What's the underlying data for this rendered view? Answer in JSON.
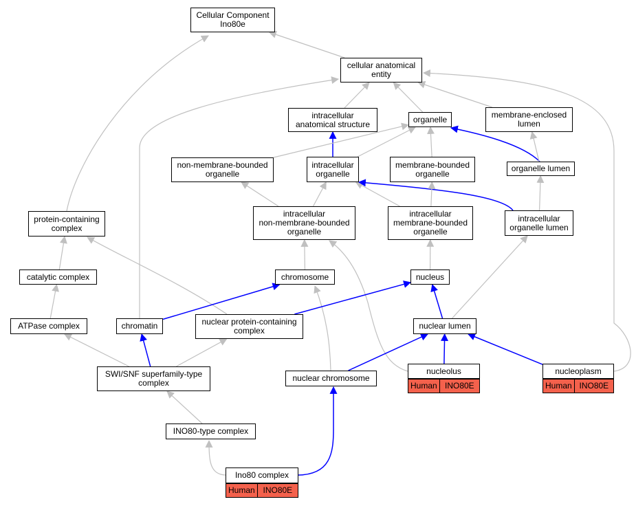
{
  "nodes": {
    "cc_ino80e": "Cellular Component\nIno80e",
    "cae": "cellular anatomical\nentity",
    "ias": "intracellular\nanatomical structure",
    "organelle": "organelle",
    "mel": "membrane-enclosed\nlumen",
    "nmbo": "non-membrane-bounded\norganelle",
    "io": "intracellular\norganelle",
    "mbo": "membrane-bounded\norganelle",
    "ol": "organelle lumen",
    "pcc": "protein-containing\ncomplex",
    "inmbo": "intracellular\nnon-membrane-bounded\norganelle",
    "imbo": "intracellular\nmembrane-bounded\norganelle",
    "iol": "intracellular\norganelle lumen",
    "cat": "catalytic complex",
    "chromosome": "chromosome",
    "nucleus": "nucleus",
    "atpase": "ATPase complex",
    "chromatin": "chromatin",
    "npcc": "nuclear protein-containing\ncomplex",
    "nlumen": "nuclear lumen",
    "swisnf": "SWI/SNF superfamily-type\ncomplex",
    "nchrom": "nuclear chromosome",
    "nucleolus": "nucleolus",
    "nucleoplasm": "nucleoplasm",
    "ino80type": "INO80-type complex",
    "ino80": "Ino80 complex"
  },
  "annotations": {
    "nucleolus": [
      "Human",
      "INO80E"
    ],
    "nucleoplasm": [
      "Human",
      "INO80E"
    ],
    "ino80": [
      "Human",
      "INO80E"
    ]
  },
  "colors": {
    "is_a_edge": "#c0c0c0",
    "part_of_edge": "#0000ff",
    "annotation_fill": "#f4614c"
  },
  "edges": [
    {
      "from": "cae",
      "to": "cc_ino80e",
      "type": "is_a"
    },
    {
      "from": "pcc",
      "to": "cc_ino80e",
      "type": "is_a"
    },
    {
      "from": "ias",
      "to": "cae",
      "type": "is_a"
    },
    {
      "from": "organelle",
      "to": "cae",
      "type": "is_a"
    },
    {
      "from": "mel",
      "to": "cae",
      "type": "is_a"
    },
    {
      "from": "chromatin",
      "to": "cae",
      "type": "is_a"
    },
    {
      "from": "nucleoplasm",
      "to": "cae",
      "type": "is_a"
    },
    {
      "from": "io",
      "to": "ias",
      "type": "part_of"
    },
    {
      "from": "nmbo",
      "to": "organelle",
      "type": "is_a"
    },
    {
      "from": "io",
      "to": "organelle",
      "type": "is_a"
    },
    {
      "from": "mbo",
      "to": "organelle",
      "type": "is_a"
    },
    {
      "from": "ol",
      "to": "organelle",
      "type": "part_of"
    },
    {
      "from": "ol",
      "to": "mel",
      "type": "is_a"
    },
    {
      "from": "inmbo",
      "to": "nmbo",
      "type": "is_a"
    },
    {
      "from": "inmbo",
      "to": "io",
      "type": "is_a"
    },
    {
      "from": "imbo",
      "to": "io",
      "type": "is_a"
    },
    {
      "from": "iol",
      "to": "io",
      "type": "part_of"
    },
    {
      "from": "imbo",
      "to": "mbo",
      "type": "is_a"
    },
    {
      "from": "iol",
      "to": "ol",
      "type": "is_a"
    },
    {
      "from": "cat",
      "to": "pcc",
      "type": "is_a"
    },
    {
      "from": "npcc",
      "to": "pcc",
      "type": "is_a"
    },
    {
      "from": "chromosome",
      "to": "inmbo",
      "type": "is_a"
    },
    {
      "from": "nucleolus",
      "to": "inmbo",
      "type": "is_a"
    },
    {
      "from": "nucleus",
      "to": "imbo",
      "type": "is_a"
    },
    {
      "from": "nlumen",
      "to": "iol",
      "type": "is_a"
    },
    {
      "from": "atpase",
      "to": "cat",
      "type": "is_a"
    },
    {
      "from": "chromatin",
      "to": "chromosome",
      "type": "part_of"
    },
    {
      "from": "nchrom",
      "to": "chromosome",
      "type": "is_a"
    },
    {
      "from": "npcc",
      "to": "nucleus",
      "type": "part_of"
    },
    {
      "from": "nlumen",
      "to": "nucleus",
      "type": "part_of"
    },
    {
      "from": "swisnf",
      "to": "atpase",
      "type": "is_a"
    },
    {
      "from": "swisnf",
      "to": "chromatin",
      "type": "part_of"
    },
    {
      "from": "swisnf",
      "to": "npcc",
      "type": "is_a"
    },
    {
      "from": "nchrom",
      "to": "nlumen",
      "type": "part_of"
    },
    {
      "from": "nucleolus",
      "to": "nlumen",
      "type": "part_of"
    },
    {
      "from": "nucleoplasm",
      "to": "nlumen",
      "type": "part_of"
    },
    {
      "from": "ino80type",
      "to": "swisnf",
      "type": "is_a"
    },
    {
      "from": "ino80",
      "to": "ino80type",
      "type": "is_a"
    },
    {
      "from": "ino80",
      "to": "nchrom",
      "type": "part_of"
    }
  ]
}
